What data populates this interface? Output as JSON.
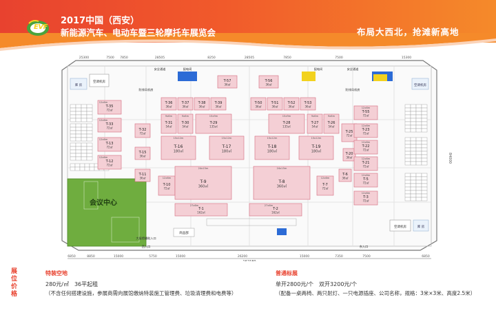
{
  "header": {
    "logo_text": "EVF",
    "title_line1": "2017中国（西安）",
    "title_line2": "新能源汽车、电动车暨三轮摩托车展览会",
    "slogan": "布局大西北，抢滩新高地",
    "colors": {
      "primary": "#e8422f",
      "accent": "#f58a2a",
      "booth": "#f4cfd5",
      "booth_border": "#d46a7e",
      "meeting": "#6fad3f",
      "blue": "#2c6bd6",
      "yellow": "#f2d21e"
    }
  },
  "plan": {
    "dim_total": "162180",
    "dims_top": [
      "25300",
      "7500",
      "7850",
      "28505",
      "8250",
      "28505",
      "7850",
      "7500",
      "15300"
    ],
    "dims_bottom": [
      "6850",
      "8850",
      "15000",
      "5750",
      "15000",
      "26200",
      "15000",
      "7350",
      "7500",
      "6850"
    ],
    "dims_right": [
      "84000"
    ],
    "meeting_center": "会议中心",
    "side_rooms": {
      "left_top": "库 房",
      "left_mid": "空调机房",
      "right_top": "空调机房",
      "right_mid": "库 房",
      "right_low": "空调机房",
      "left_low_a": "防排风机房",
      "left_low_b": "防排风机房"
    },
    "top_labels": [
      "安全通道",
      "配电间",
      "配电间",
      "安全通道"
    ],
    "special_booths": [
      {
        "code": "T-36",
        "area": "36㎡"
      },
      {
        "code": "T-37",
        "area": "36㎡"
      },
      {
        "code": "T-38",
        "area": "36㎡"
      },
      {
        "code": "T-39",
        "area": "36㎡"
      },
      {
        "code": "T-50",
        "area": "36㎡"
      },
      {
        "code": "T-51",
        "area": "36㎡"
      },
      {
        "code": "T-52",
        "area": "36㎡"
      },
      {
        "code": "T-53",
        "area": "36㎡"
      },
      {
        "code": "T-57",
        "area": "36㎡"
      },
      {
        "code": "T-56",
        "area": "36㎡"
      },
      {
        "code": "T-35",
        "area": "72㎡"
      },
      {
        "code": "T-33",
        "area": "72㎡"
      },
      {
        "code": "T-32",
        "area": "72㎡"
      },
      {
        "code": "T-13",
        "area": "72㎡"
      },
      {
        "code": "T-12",
        "area": "72㎡"
      },
      {
        "code": "T-15",
        "area": "36㎡"
      },
      {
        "code": "T-11",
        "area": "36㎡"
      },
      {
        "code": "T-31",
        "area": "54㎡"
      },
      {
        "code": "T-30",
        "area": "54㎡"
      },
      {
        "code": "T-29",
        "area": "135㎡"
      },
      {
        "code": "T-28",
        "area": "135㎡"
      },
      {
        "code": "T-27",
        "area": "54㎡"
      },
      {
        "code": "T-26",
        "area": "54㎡"
      },
      {
        "code": "T-25",
        "area": "72㎡"
      },
      {
        "code": "T-16",
        "area": "180㎡"
      },
      {
        "code": "T-17",
        "area": "180㎡"
      },
      {
        "code": "T-18",
        "area": "180㎡"
      },
      {
        "code": "T-19",
        "area": "180㎡"
      },
      {
        "code": "T-20",
        "area": "36㎡"
      },
      {
        "code": "T-10",
        "area": "72㎡"
      },
      {
        "code": "T-9",
        "area": "360㎡"
      },
      {
        "code": "T-8",
        "area": "360㎡"
      },
      {
        "code": "T-7",
        "area": "72㎡"
      },
      {
        "code": "T-6",
        "area": "36㎡"
      },
      {
        "code": "T-1",
        "area": "162㎡"
      },
      {
        "code": "T-2",
        "area": "162㎡"
      },
      {
        "code": "T-55",
        "area": "72㎡"
      },
      {
        "code": "T-23",
        "area": "72㎡"
      },
      {
        "code": "T-22",
        "area": "72㎡"
      },
      {
        "code": "T-21",
        "area": "72㎡"
      },
      {
        "code": "T-5",
        "area": "72㎡"
      },
      {
        "code": "T-3",
        "area": "72㎡"
      }
    ],
    "size_labels": [
      "12x6m",
      "12x6m",
      "12x6m",
      "12x6m",
      "9x6m",
      "9x6m",
      "15x9m",
      "15x9m",
      "9x6m",
      "9x6m",
      "15x12m",
      "15x12m",
      "15x12m",
      "15x12m",
      "12x6m",
      "24x15m",
      "24x15m",
      "12x6m",
      "27x6m",
      "27x6m",
      "12x6m",
      "12x6m",
      "12x6m",
      "12x6m",
      "12x6m",
      "12x6m"
    ],
    "bottom_labels": {
      "shop": "商品部",
      "entrance_left": "大展馆辅助入口",
      "gate_left": "西入口",
      "gate_right": "东入口"
    }
  },
  "pricing": {
    "heading": [
      "展",
      "位",
      "价",
      "格"
    ],
    "special_title": "特装空地",
    "special_price": "280元/㎡　36平起租",
    "special_note": "（不含任何搭建设施，参展商需向展馆缴纳特装施工管理费、垃圾清理费和电费等）",
    "standard_title": "普通标展",
    "standard_price": "单开2800元/个　双开3200元/个",
    "standard_note": "（配备一桌两椅、两只射灯、一只电源插座、公司名称，规格：3米×3米、高度2.5米）"
  }
}
